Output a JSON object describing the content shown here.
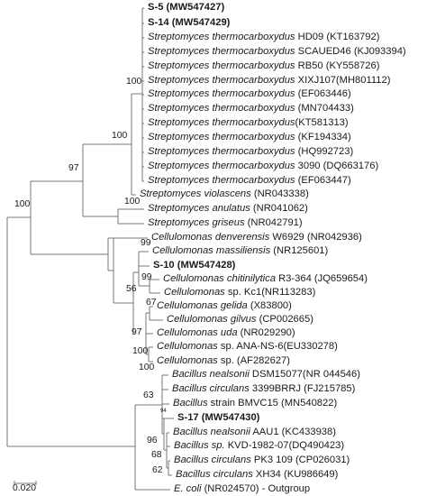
{
  "taxa": [
    {
      "id": "s5",
      "bold": true,
      "species": "",
      "rest": "S-5 (MW547427)"
    },
    {
      "id": "s14",
      "bold": true,
      "species": "",
      "rest": "S-14 (MW547429)"
    },
    {
      "id": "st_hd09",
      "bold": false,
      "species": "Streptomyces thermocarboxydus",
      "rest": " HD09 (KT163792)"
    },
    {
      "id": "st_scau",
      "bold": false,
      "species": "Streptomyces thermocarboxydus",
      "rest": " SCAUED46 (KJ093394)"
    },
    {
      "id": "st_rb50",
      "bold": false,
      "species": "Streptomyces thermocarboxydus",
      "rest": " RB50 (KY558726)"
    },
    {
      "id": "st_xixj",
      "bold": false,
      "species": "Streptomyces thermocarboxydus",
      "rest": " XIXJ107(MH801112)"
    },
    {
      "id": "st_ef46",
      "bold": false,
      "species": "Streptomyces thermocarboxydus",
      "rest": " (EF063446)"
    },
    {
      "id": "st_mn",
      "bold": false,
      "species": "Streptomyces thermocarboxydus",
      "rest": " (MN704433)"
    },
    {
      "id": "st_kt",
      "bold": false,
      "species": "Streptomyces thermocarboxydus",
      "rest": "(KT581313)"
    },
    {
      "id": "st_kf",
      "bold": false,
      "species": "Streptomyces thermocarboxydus",
      "rest": " (KF194334)"
    },
    {
      "id": "st_hq",
      "bold": false,
      "species": "Streptomyces thermocarboxydus",
      "rest": " (HQ992723)"
    },
    {
      "id": "st_3090",
      "bold": false,
      "species": "Streptomyces thermocarboxydus",
      "rest": " 3090 (DQ663176)"
    },
    {
      "id": "st_ef47",
      "bold": false,
      "species": "Streptomyces thermocarboxydus",
      "rest": " (EF063447)"
    },
    {
      "id": "s_viol",
      "bold": false,
      "species": "Streptomyces violascens",
      "rest": " (NR043338)"
    },
    {
      "id": "s_anul",
      "bold": false,
      "species": "Streptomyces anulatus",
      "rest": " (NR041062)"
    },
    {
      "id": "s_gris",
      "bold": false,
      "species": "Streptomyces griseus",
      "rest": " (NR042791)"
    },
    {
      "id": "c_denv",
      "bold": false,
      "species": "Cellulomonas denverensis",
      "rest": " W6929 (NR042936)"
    },
    {
      "id": "c_mass",
      "bold": false,
      "species": "Cellulomonas massiliensis",
      "rest": " (NR125601)"
    },
    {
      "id": "s10",
      "bold": true,
      "species": "",
      "rest": "S-10 (MW547428)"
    },
    {
      "id": "c_chit",
      "bold": false,
      "species": "Cellulomonas chitinilytica",
      "rest": " R3-364 (JQ659654)"
    },
    {
      "id": "c_kc1",
      "bold": false,
      "species": "Cellulomonas",
      "rest": " sp. Kc1(NR113283)"
    },
    {
      "id": "c_gel",
      "bold": false,
      "species": "Cellulomonas gelida",
      "rest": " (X83800)"
    },
    {
      "id": "c_gil",
      "bold": false,
      "species": "Cellulomonas gilvus",
      "rest": " (CP002665)"
    },
    {
      "id": "c_uda",
      "bold": false,
      "species": "Cellulomonas uda",
      "rest": " (NR029290)"
    },
    {
      "id": "c_ana",
      "bold": false,
      "species": "Cellulomonas",
      "rest": " sp. ANA-NS-6(EU330278)"
    },
    {
      "id": "c_af",
      "bold": false,
      "species": "Cellulomonas",
      "rest": " sp. (AF282627)"
    },
    {
      "id": "b_neal1",
      "bold": false,
      "species": "Bacillus nealsonii",
      "rest": " DSM15077(NR 044546)"
    },
    {
      "id": "b_circ1",
      "bold": false,
      "species": "Bacillus circulans",
      "rest": " 3399BRRJ (FJ215785)"
    },
    {
      "id": "b_bmvc",
      "bold": false,
      "species": "Bacillus",
      "rest": " strain BMVC15 (MN540822)"
    },
    {
      "id": "s17",
      "bold": true,
      "species": "",
      "rest": "S-17 (MW547430)"
    },
    {
      "id": "b_neal2",
      "bold": false,
      "species": "Bacillus nealsonii",
      "rest": " AAU1 (KC433938)"
    },
    {
      "id": "b_kvd",
      "bold": false,
      "species": "Bacillus sp.",
      "rest": " KVD-1982-07(DQ490423)"
    },
    {
      "id": "b_pk3",
      "bold": false,
      "species": "Bacillus circulans",
      "rest": " PK3 109 (CP026031)"
    },
    {
      "id": "b_xh34",
      "bold": false,
      "species": "Bacillus circulans",
      "rest": " XH34 (KU986649)"
    },
    {
      "id": "ecoli",
      "bold": false,
      "species": "E. coli",
      "rest": " (NR024570) - Outgroup"
    }
  ],
  "bootstrap": [
    {
      "id": "bs_st",
      "value": "100"
    },
    {
      "id": "bs_s1",
      "value": "100"
    },
    {
      "id": "bs_s2",
      "value": "97"
    },
    {
      "id": "bs_s3",
      "value": "100"
    },
    {
      "id": "bs_anul",
      "value": "100"
    },
    {
      "id": "bs_mass",
      "value": "99"
    },
    {
      "id": "bs_chit",
      "value": "99"
    },
    {
      "id": "bs_gelgil",
      "value": "67"
    },
    {
      "id": "bs_cint",
      "value": "56"
    },
    {
      "id": "bs_uda",
      "value": "97"
    },
    {
      "id": "bs_anaaf",
      "value": "100"
    },
    {
      "id": "bs_bac",
      "value": "100"
    },
    {
      "id": "bs_b1",
      "value": "63"
    },
    {
      "id": "bs_b2",
      "value": "68"
    },
    {
      "id": "bs_b3",
      "value": "96"
    },
    {
      "id": "bs_b4",
      "value": "62"
    },
    {
      "id": "bs_b5",
      "value": "94"
    }
  ],
  "scale_bar": {
    "label": "0.020"
  }
}
